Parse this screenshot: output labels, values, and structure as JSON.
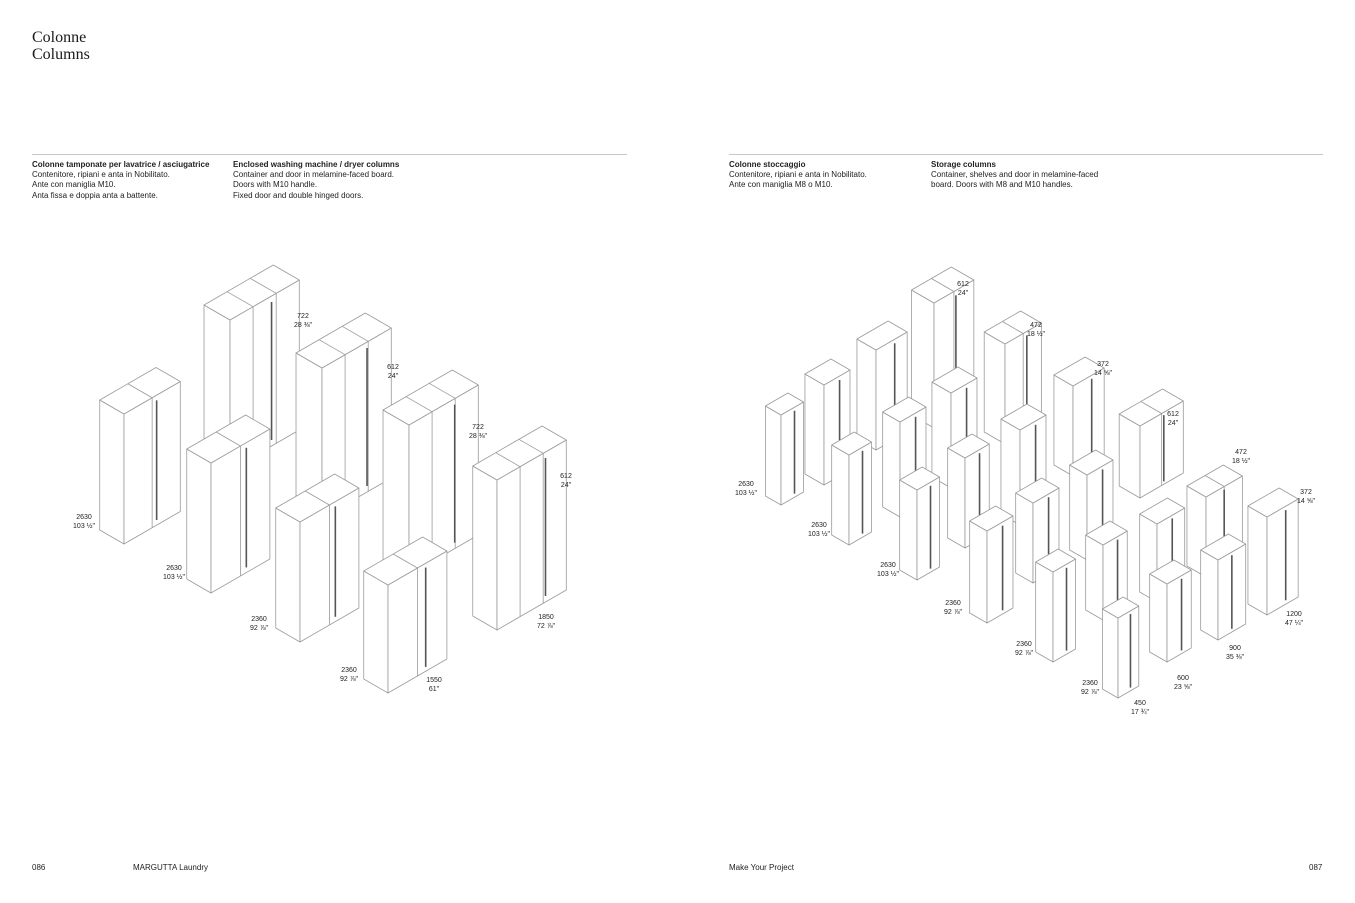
{
  "header": {
    "title_it": "Colonne",
    "title_en": "Columns"
  },
  "left_section": {
    "it_heading": "Colonne tamponate per lavatrice / asciugatrice",
    "it_lines": [
      "Contenitore, ripiani e anta in Nobilitato.",
      "Ante con maniglia M10.",
      "Anta fissa e doppia anta a battente."
    ],
    "en_heading": "Enclosed washing machine / dryer columns",
    "en_lines": [
      "Container and door in melamine-faced board.",
      "Doors with M10 handle.",
      "Fixed door and double hinged doors."
    ]
  },
  "right_section": {
    "it_heading": "Colonne stoccaggio",
    "it_lines": [
      "Contenitore, ripiani e anta in Nobilitato.",
      "Ante con maniglia M8 o M10."
    ],
    "en_heading": "Storage columns",
    "en_lines": [
      "Container, shelves and door in melamine-faced",
      "board. Doors with M8 and M10 handles."
    ]
  },
  "footer": {
    "left_page": "086",
    "left_label": "MARGUTTA Laundry",
    "right_label": "Make Your Project",
    "right_page": "087"
  },
  "left_dimensions": {
    "w722": [
      "722",
      "28 ⅜\""
    ],
    "w612": [
      "612",
      "24\""
    ],
    "h2630": [
      "2630",
      "103 ½\""
    ],
    "h2360": [
      "2360",
      "92 ⅞\""
    ],
    "h1850": [
      "1850",
      "72 ⅞\""
    ],
    "h1550": [
      "1550",
      "61\""
    ]
  },
  "right_dimensions": {
    "w612": [
      "612",
      "24\""
    ],
    "w472": [
      "472",
      "18 ½\""
    ],
    "w372": [
      "372",
      "14 ⅝\""
    ],
    "w372b": [
      "372",
      "14 ⅝\""
    ],
    "h2630": [
      "2630",
      "103 ½\""
    ],
    "h2360": [
      "2360",
      "92 ⅞\""
    ],
    "h1200": [
      "1200",
      "47 ¼\""
    ],
    "h900": [
      "900",
      "35 ⅜\""
    ],
    "h600": [
      "600",
      "23 ⅝\""
    ],
    "h450": [
      "450",
      "17 ¾\""
    ]
  },
  "colors": {
    "line": "#9a9a9a",
    "handle": "#555555",
    "rule": "#c8c8c8"
  }
}
